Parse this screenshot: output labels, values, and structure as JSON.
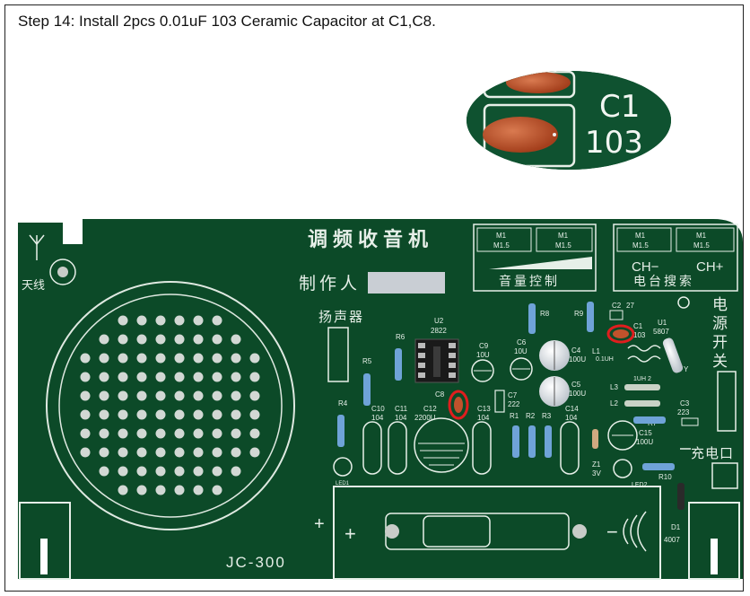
{
  "step_title": "Step 14: Install 2pcs 0.01uF 103 Ceramic Capacitor at C1,C8.",
  "zoom_callout": {
    "label": "C1",
    "code": "103"
  },
  "board": {
    "title": "调频收音机",
    "maker_label": "制作人",
    "speaker_label": "扬声器",
    "antenna_label": "天线",
    "volume_label": "音量控制",
    "search_label": "电台搜索",
    "ch_minus": "CH−",
    "ch_plus": "CH+",
    "power_switch": [
      "电",
      "源",
      "开",
      "关"
    ],
    "charge_port": "充电口",
    "model": "JC-300",
    "pot_labels": [
      "M1",
      "M1.5"
    ],
    "components": {
      "u2": "U2",
      "u2_part": "2822",
      "r6": "R6",
      "r5": "R5",
      "r4": "R4",
      "r8": "R8",
      "r9": "R9",
      "c9": "C9",
      "c9_val": "10U",
      "c6": "C6",
      "c6_val": "10U",
      "c4": "C4",
      "c4_val": "100U",
      "c5": "C5",
      "c5_val": "100U",
      "c2": "C2",
      "c2_val": "27",
      "c1": "C1",
      "c1_val": "103",
      "u1": "U1",
      "u1_part": "5807",
      "l1": "L1",
      "l1_val": "0.1UH",
      "c8": "C8",
      "c7": "C7",
      "c7_val": "222",
      "c10": "C10",
      "c10_val": "104",
      "c11": "C11",
      "c11_val": "104",
      "c12": "C12",
      "c12_val": "2200U",
      "c13": "C13",
      "c13_val": "104",
      "c14": "C14",
      "c14_val": "104",
      "r1": "R1",
      "r2": "R2",
      "r3": "R3",
      "l3": "L3",
      "l2": "L2",
      "r7": "R7",
      "c3": "C3",
      "c3_val": "223",
      "c15": "C15",
      "c15_val": "100U",
      "z1": "Z1",
      "z1_val": "3V",
      "led1": "LED1",
      "led2": "LED2",
      "r10": "R10",
      "d1": "D1",
      "d1_val": "4007",
      "y": "Y",
      "l_marks": "1UH 2"
    },
    "plus_sign": "+",
    "minus_sign": "−"
  },
  "colors": {
    "pcb": "#0c4a28",
    "silk": "#e6efe8",
    "highlight": "#e01e1e",
    "ceramic": "#c0522c"
  }
}
